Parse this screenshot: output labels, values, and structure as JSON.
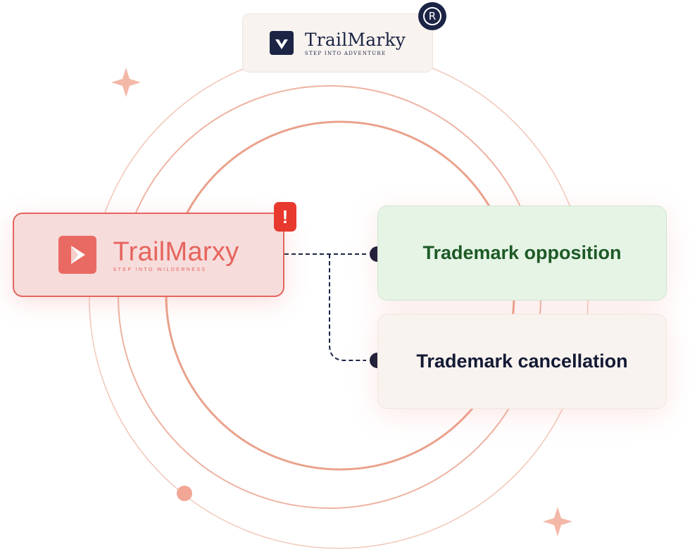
{
  "registered_mark": {
    "name": "TrailMarky",
    "tagline": "STEP INTO ADVENTURE",
    "badge_symbol": "R",
    "logo_icon": "triangle-logo-icon"
  },
  "infringing_mark": {
    "name": "TrailMarxy",
    "tagline": "STEP INTO WILDERNESS",
    "alert_symbol": "!",
    "logo_icon": "play-arrow-logo-icon"
  },
  "actions": [
    {
      "label": "Trademark opposition"
    },
    {
      "label": "Trademark cancellation"
    }
  ],
  "colors": {
    "navy": "#1b2445",
    "coral": "#e96a62",
    "alert_red": "#e8392f",
    "green_text": "#1d5a26",
    "green_bg": "#e6f4e6",
    "ring": "#eea48f"
  }
}
